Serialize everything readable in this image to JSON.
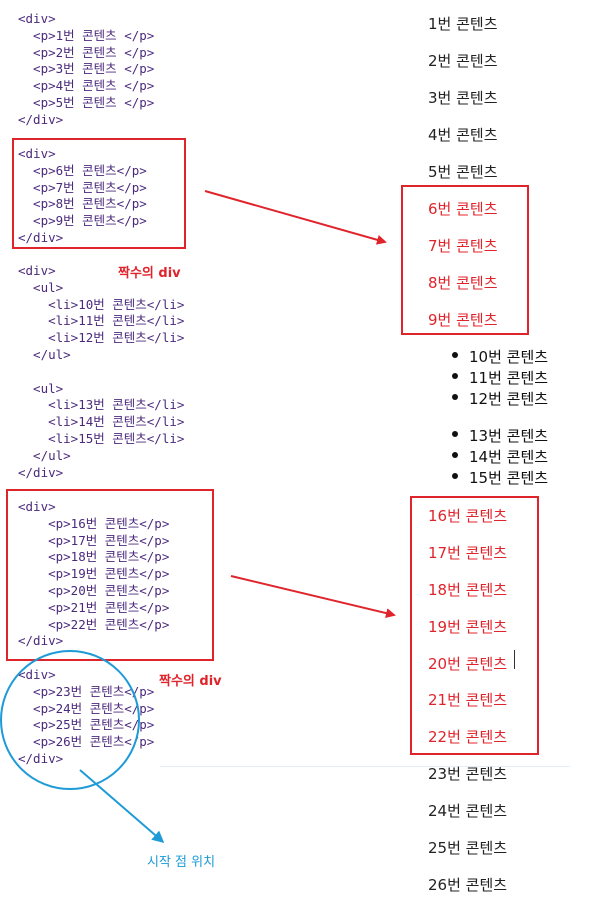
{
  "code_blocks": [
    [
      "<div>",
      "  <p>1번 콘텐츠 </p>",
      "  <p>2번 콘텐츠 </p>",
      "  <p>3번 콘텐츠 </p>",
      "  <p>4번 콘텐츠 </p>",
      "  <p>5번 콘텐츠 </p>",
      "</div>"
    ],
    [
      "<div>",
      "  <p>6번 콘텐츠</p>",
      "  <p>7번 콘텐츠</p>",
      "  <p>8번 콘텐츠</p>",
      "  <p>9번 콘텐츠</p>",
      "</div>"
    ],
    [
      "<div>",
      "  <ul>",
      "    <li>10번 콘텐츠</li>",
      "    <li>11번 콘텐츠</li>",
      "    <li>12번 콘텐츠</li>",
      "  </ul>",
      "",
      "  <ul>",
      "    <li>13번 콘텐츠</li>",
      "    <li>14번 콘텐츠</li>",
      "    <li>15번 콘텐츠</li>",
      "  </ul>",
      "</div>"
    ],
    [
      "<div>",
      "    <p>16번 콘텐츠</p>",
      "    <p>17번 콘텐츠</p>",
      "    <p>18번 콘텐츠</p>",
      "    <p>19번 콘텐츠</p>",
      "    <p>20번 콘텐츠</p>",
      "    <p>21번 콘텐츠</p>",
      "    <p>22번 콘텐츠</p>",
      "</div>"
    ],
    [
      "<div>",
      "  <p>23번 콘텐츠</p>",
      "  <p>24번 콘텐츠</p>",
      "  <p>25번 콘텐츠</p>",
      "  <p>26번 콘텐츠</p>",
      "</div>"
    ]
  ],
  "annotations": {
    "even_div_1": "짝수의 div",
    "even_div_2": "짝수의 div",
    "start_point": "시작 점 위치"
  },
  "output": {
    "group1": [
      "1번 콘텐츠",
      "2번 콘텐츠",
      "3번 콘텐츠",
      "4번 콘텐츠",
      "5번 콘텐츠"
    ],
    "group2": [
      "6번 콘텐츠",
      "7번 콘텐츠",
      "8번 콘텐츠",
      "9번 콘텐츠"
    ],
    "list1": [
      "10번 콘텐츠",
      "11번 콘텐츠",
      "12번 콘텐츠"
    ],
    "list2": [
      "13번 콘텐츠",
      "14번 콘텐츠",
      "15번 콘텐츠"
    ],
    "group4": [
      "16번 콘텐츠",
      "17번 콘텐츠",
      "18번 콘텐츠",
      "19번 콘텐츠",
      "20번 콘텐츠",
      "21번 콘텐츠",
      "22번 콘텐츠"
    ],
    "group5": [
      "23번 콘텐츠",
      "24번 콘텐츠",
      "25번 콘텐츠",
      "26번 콘텐츠"
    ]
  },
  "colors": {
    "highlight_red": "#e0242c",
    "start_blue": "#1e9bd7",
    "code_purple": "#4b2a7c"
  }
}
